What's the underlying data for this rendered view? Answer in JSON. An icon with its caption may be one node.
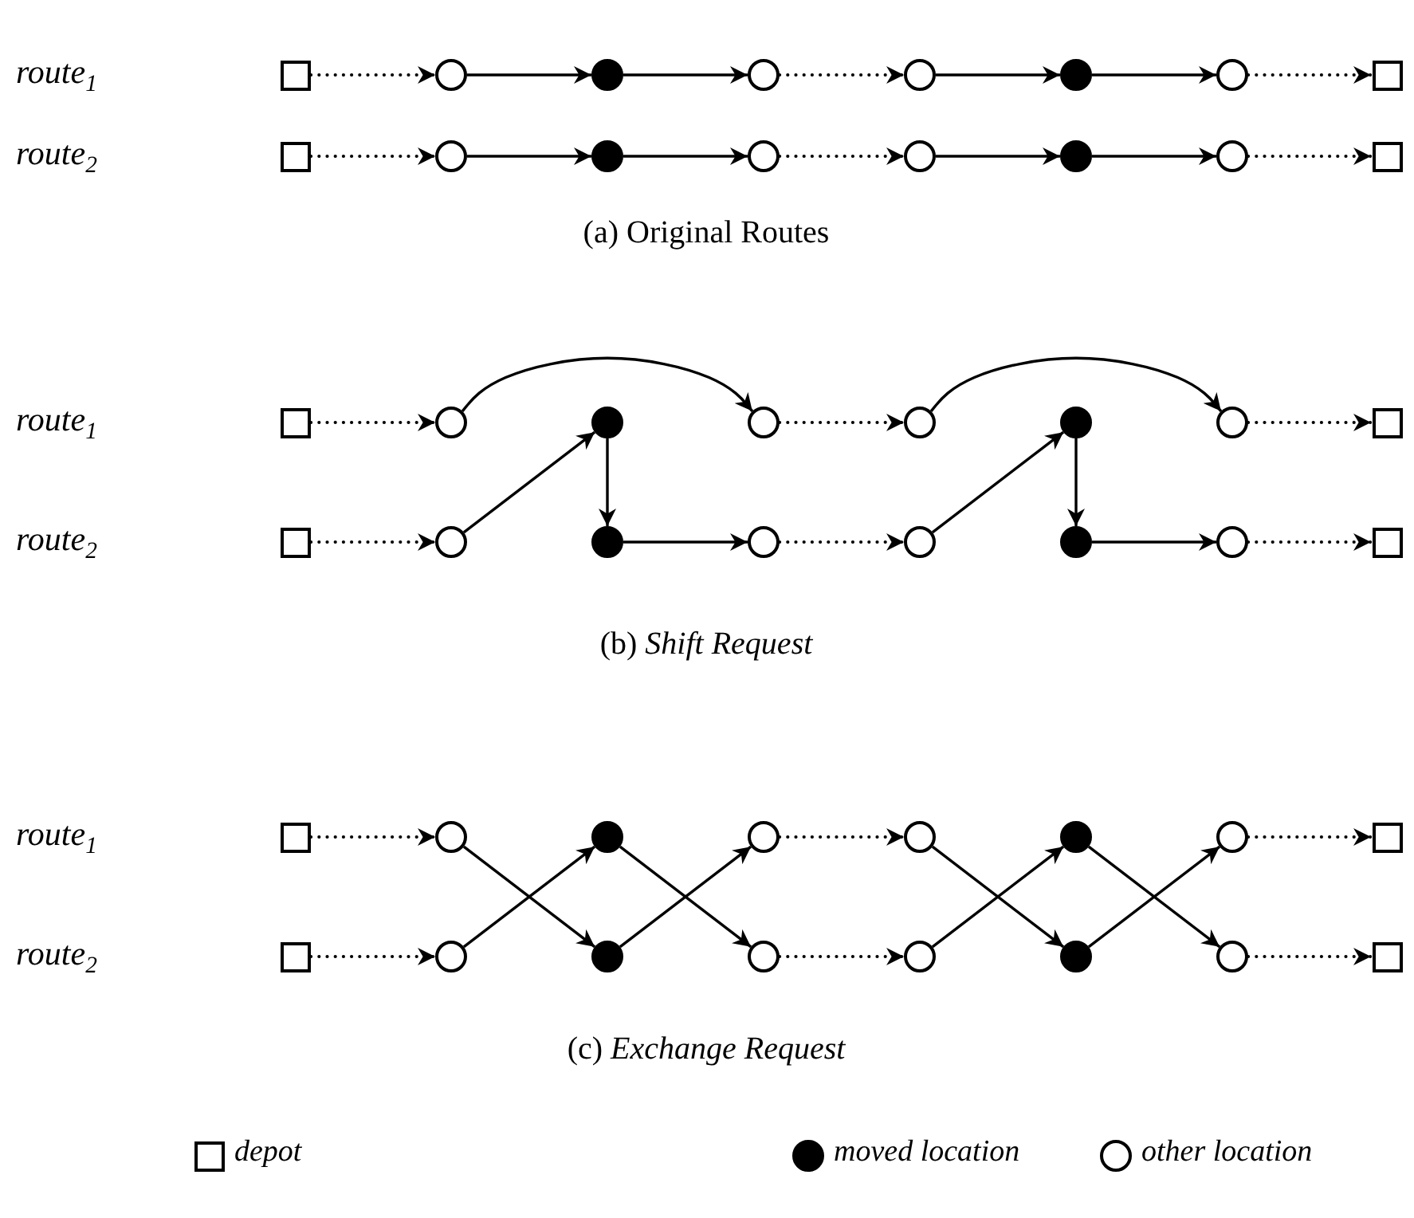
{
  "diagram": {
    "nodes": [
      {
        "text": [],
        "shape": "box"
      },
      {
        "text": [],
        "shape": "circle"
      },
      {
        "text": [],
        "shape": "dot"
      },
      {
        "text": [],
        "shape": "circle"
      },
      {
        "text": [],
        "shape": "circle"
      },
      {
        "text": [],
        "shape": "dot"
      },
      {
        "text": [],
        "shape": "circle"
      },
      {
        "text": [],
        "shape": "box"
      },
      {
        "text": [],
        "shape": "box"
      },
      {
        "text": [],
        "shape": "circle"
      },
      {
        "text": [],
        "shape": "dot"
      },
      {
        "text": [],
        "shape": "circle"
      },
      {
        "text": [],
        "shape": "circle"
      },
      {
        "text": [],
        "shape": "dot"
      },
      {
        "text": [],
        "shape": "circle"
      },
      {
        "text": [],
        "shape": "box"
      },
      {
        "text": [],
        "shape": "box"
      },
      {
        "text": [],
        "shape": "circle"
      },
      {
        "text": [],
        "shape": "dot"
      },
      {
        "text": [],
        "shape": "circle"
      },
      {
        "text": [],
        "shape": "circle"
      },
      {
        "text": [],
        "shape": "dot"
      },
      {
        "text": [],
        "shape": "circle"
      },
      {
        "text": [],
        "shape": "box"
      },
      {
        "text": [],
        "shape": "box"
      },
      {
        "text": [],
        "shape": "circle"
      },
      {
        "text": [],
        "shape": "dot"
      },
      {
        "text": [],
        "shape": "circle"
      },
      {
        "text": [],
        "shape": "circle"
      },
      {
        "text": [],
        "shape": "dot"
      },
      {
        "text": [],
        "shape": "circle"
      },
      {
        "text": [],
        "shape": "box"
      },
      {
        "text": [],
        "shape": "box"
      },
      {
        "text": [],
        "shape": "circle"
      },
      {
        "text": [],
        "shape": "dot"
      },
      {
        "text": [],
        "shape": "circle"
      },
      {
        "text": [],
        "shape": "circle"
      },
      {
        "text": [],
        "shape": "dot"
      },
      {
        "text": [],
        "shape": "circle"
      },
      {
        "text": [],
        "shape": "box"
      },
      {
        "text": [],
        "shape": "box"
      },
      {
        "text": [],
        "shape": "circle"
      },
      {
        "text": [],
        "shape": "dot"
      },
      {
        "text": [],
        "shape": "circle"
      },
      {
        "text": [],
        "shape": "circle"
      },
      {
        "text": [],
        "shape": "dot"
      },
      {
        "text": [],
        "shape": "circle"
      },
      {
        "text": [],
        "shape": "box"
      }
    ],
    "edges": [
      {
        "from": 0,
        "to": 1,
        "arrow": "to",
        "style": "dashed"
      },
      {
        "from": 1,
        "to": 2,
        "arrow": "to"
      },
      {
        "from": 2,
        "to": 3,
        "arrow": "to"
      },
      {
        "from": 3,
        "to": 4,
        "arrow": "to",
        "style": "dashed"
      },
      {
        "from": 4,
        "to": 5,
        "arrow": "to"
      },
      {
        "from": 5,
        "to": 6,
        "arrow": "to"
      },
      {
        "from": 6,
        "to": 7,
        "arrow": "to",
        "style": "dashed"
      },
      {
        "from": 8,
        "to": 9,
        "arrow": "to",
        "style": "dashed"
      },
      {
        "from": 9,
        "to": 10,
        "arrow": "to"
      },
      {
        "from": 10,
        "to": 11,
        "arrow": "to"
      },
      {
        "from": 11,
        "to": 12,
        "arrow": "to",
        "style": "dashed"
      },
      {
        "from": 12,
        "to": 13,
        "arrow": "to"
      },
      {
        "from": 13,
        "to": 14,
        "arrow": "to"
      },
      {
        "from": 14,
        "to": 15,
        "arrow": "to",
        "style": "dashed"
      },
      {
        "from": 16,
        "to": 17,
        "arrow": "to",
        "style": "dashed"
      },
      {
        "from": 17,
        "to": 19,
        "arrow": "to"
      },
      {
        "from": 19,
        "to": 20,
        "arrow": "to",
        "style": "dashed"
      },
      {
        "from": 20,
        "to": 22,
        "arrow": "to"
      },
      {
        "from": 22,
        "to": 23,
        "arrow": "to",
        "style": "dashed"
      },
      {
        "from": 24,
        "to": 25,
        "arrow": "to",
        "style": "dashed"
      },
      {
        "from": 25,
        "to": 18,
        "arrow": "to"
      },
      {
        "from": 18,
        "to": 26,
        "arrow": "to"
      },
      {
        "from": 26,
        "to": 27,
        "arrow": "to"
      },
      {
        "from": 27,
        "to": 28,
        "arrow": "to",
        "style": "dashed"
      },
      {
        "from": 28,
        "to": 21,
        "arrow": "to"
      },
      {
        "from": 21,
        "to": 29,
        "arrow": "to"
      },
      {
        "from": 29,
        "to": 30,
        "arrow": "to"
      },
      {
        "from": 30,
        "to": 31,
        "arrow": "to",
        "style": "dashed"
      },
      {
        "from": 32,
        "to": 33,
        "arrow": "to",
        "style": "dashed"
      },
      {
        "from": 40,
        "to": 41,
        "arrow": "to",
        "style": "dashed"
      },
      {
        "from": 33,
        "to": 42,
        "arrow": "to"
      },
      {
        "from": 41,
        "to": 34,
        "arrow": "to"
      },
      {
        "from": 34,
        "to": 43,
        "arrow": "to"
      },
      {
        "from": 42,
        "to": 35,
        "arrow": "to"
      },
      {
        "from": 35,
        "to": 36,
        "arrow": "to",
        "style": "dashed"
      },
      {
        "from": 43,
        "to": 44,
        "arrow": "to",
        "style": "dashed"
      },
      {
        "from": 36,
        "to": 45,
        "arrow": "to"
      },
      {
        "from": 44,
        "to": 37,
        "arrow": "to"
      },
      {
        "from": 37,
        "to": 46,
        "arrow": "to"
      },
      {
        "from": 45,
        "to": 38,
        "arrow": "to"
      },
      {
        "from": 38,
        "to": 39,
        "arrow": "to",
        "style": "dashed"
      },
      {
        "from": 46,
        "to": 47,
        "arrow": "to",
        "style": "dashed"
      }
    ],
    "labels": [
      "route$_{1}$",
      "route$_{2}$",
      "(a) Original Routes",
      "route$_{1}$",
      "route$_{2}$",
      "(b) *Shift Request*",
      "route$_{1}$",
      "route$_{2}$",
      "(c) *Exchange Request*"
    ],
    "legend": [
      {
        "text": "depot"
      },
      {
        "text": "moved location"
      },
      {
        "text": "other location"
      }
    ]
  }
}
